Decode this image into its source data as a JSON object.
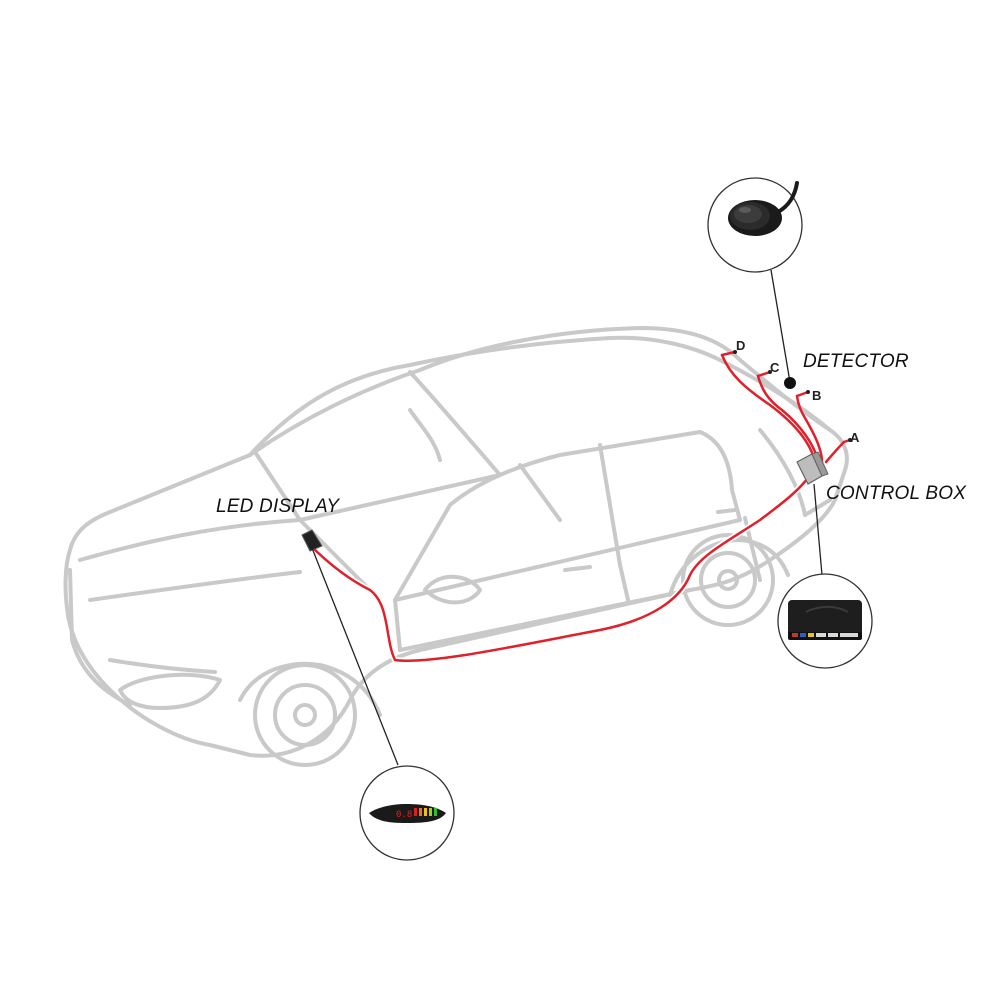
{
  "labels": {
    "detector": "DETECTOR",
    "control_box": "CONTROL BOX",
    "led_display": "LED DISPLAY"
  },
  "points": [
    "D",
    "C",
    "B",
    "A"
  ],
  "display_readout": "0.8",
  "colors": {
    "car_outline": "#c8c8c8",
    "wire": "#e0202a",
    "leader": "#222222",
    "device_body": "#1a1a1a"
  }
}
